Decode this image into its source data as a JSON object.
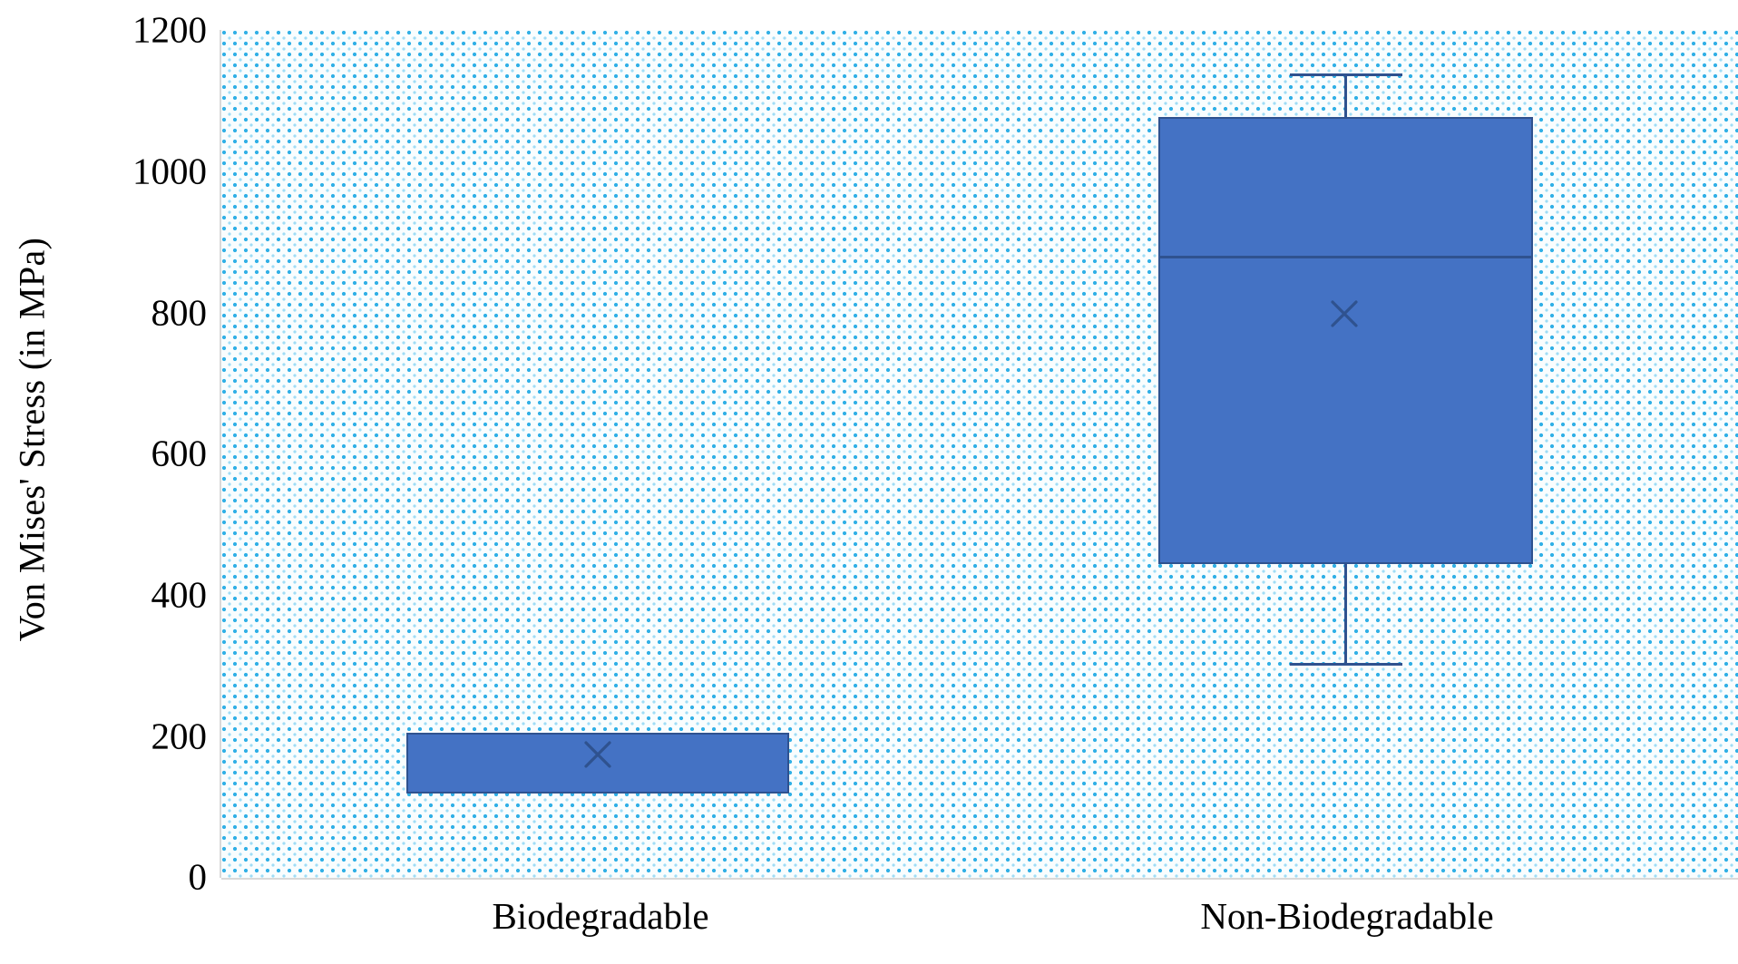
{
  "chart_data": {
    "type": "box",
    "title": "",
    "xlabel": "",
    "ylabel": "Von Mises' Stress (in MPa)",
    "ylim": [
      0,
      1200
    ],
    "ytick_labels": [
      "0",
      "200",
      "400",
      "600",
      "800",
      "1000",
      "1200"
    ],
    "ytick_values": [
      0,
      200,
      400,
      600,
      800,
      1000,
      1200
    ],
    "grid": false,
    "legend": "none",
    "categories": [
      "Biodegradable",
      "Non-Biodegradable"
    ],
    "series": [
      {
        "name": "Biodegradable",
        "whisker_low": 120,
        "q1": 120,
        "median": null,
        "mean": 173,
        "q3": 200,
        "whisker_high": 200
      },
      {
        "name": "Non-Biodegradable",
        "whisker_low": 300,
        "q1": 440,
        "median": 880,
        "mean": 800,
        "q3": 1080,
        "whisker_high": 1150
      }
    ],
    "colors": {
      "box_fill": "#4472C4",
      "box_border": "#2F528F",
      "plot_background": "#F9FDFE",
      "pattern_dot": "#31B0E6",
      "axis_line": "#D9D9D9",
      "text": "#000000"
    }
  },
  "axis": {
    "y_title": "Von Mises' Stress (in MPa)",
    "ticks": [
      {
        "label": "1200",
        "value": 1200
      },
      {
        "label": "1000",
        "value": 1000
      },
      {
        "label": "800",
        "value": 800
      },
      {
        "label": "600",
        "value": 600
      },
      {
        "label": "400",
        "value": 400
      },
      {
        "label": "200",
        "value": 200
      },
      {
        "label": "0",
        "value": 0
      }
    ],
    "categories": [
      {
        "label": "Biodegradable"
      },
      {
        "label": "Non-Biodegradable"
      }
    ]
  }
}
